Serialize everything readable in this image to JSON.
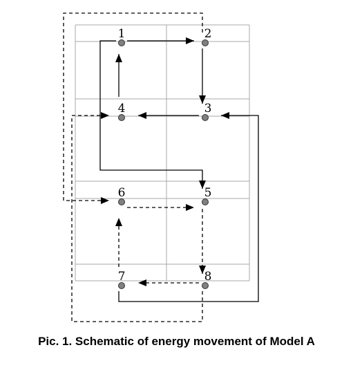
{
  "caption": "Pic. 1. Schematic of energy movement of Model A",
  "colors": {
    "grid": "#a8a8a8",
    "node_fill": "#808080",
    "node_stroke": "#333333",
    "arrow": "#000000"
  },
  "nodes": [
    {
      "id": "1",
      "label": "1"
    },
    {
      "id": "2",
      "label": "2"
    },
    {
      "id": "3",
      "label": "3"
    },
    {
      "id": "4",
      "label": "4"
    },
    {
      "id": "5",
      "label": "5"
    },
    {
      "id": "6",
      "label": "6"
    },
    {
      "id": "7",
      "label": "7"
    },
    {
      "id": "8",
      "label": "8"
    }
  ],
  "edges": [
    {
      "from": "1",
      "to": "2",
      "style": "solid"
    },
    {
      "from": "2",
      "to": "3",
      "style": "solid"
    },
    {
      "from": "3",
      "to": "4",
      "style": "solid"
    },
    {
      "from": "4",
      "to": "1",
      "style": "solid"
    },
    {
      "from": "1",
      "to": "5",
      "style": "solid"
    },
    {
      "from": "7",
      "to": "3",
      "style": "solid"
    },
    {
      "from": "2",
      "to": "6",
      "style": "dashed"
    },
    {
      "from": "6",
      "to": "5",
      "style": "dashed"
    },
    {
      "from": "5",
      "to": "8",
      "style": "dashed"
    },
    {
      "from": "8",
      "to": "7",
      "style": "dashed"
    },
    {
      "from": "7",
      "to": "6",
      "style": "dashed"
    },
    {
      "from": "8",
      "to": "4",
      "style": "dashed"
    }
  ]
}
